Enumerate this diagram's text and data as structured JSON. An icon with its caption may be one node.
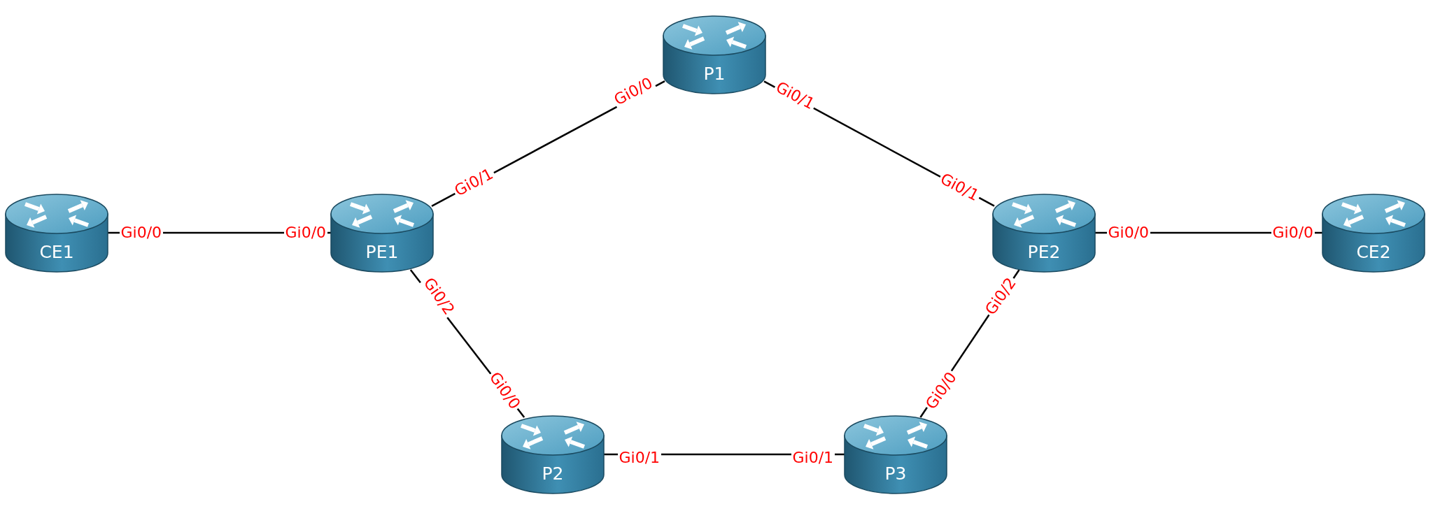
{
  "diagram": {
    "nodes": [
      {
        "text": [
          "P1"
        ],
        "beside": [
          "Gi0/0",
          "Gi0/1"
        ]
      },
      {
        "text": [
          "CE1"
        ],
        "beside": [
          "Gi0/0"
        ]
      },
      {
        "text": [
          "PE1"
        ],
        "beside": [
          "Gi0/0",
          "Gi0/1",
          "Gi0/2"
        ]
      },
      {
        "text": [
          "PE2"
        ],
        "beside": [
          "Gi0/1",
          "Gi0/0",
          "Gi0/2"
        ]
      },
      {
        "text": [
          "CE2"
        ],
        "beside": [
          "Gi0/0"
        ]
      },
      {
        "text": [
          "P2"
        ],
        "beside": [
          "Gi0/0",
          "Gi0/1"
        ]
      },
      {
        "text": [
          "P3"
        ],
        "beside": [
          "Gi0/1",
          "Gi0/0"
        ]
      }
    ],
    "edges": [
      {
        "from": 1,
        "to": 2,
        "arrow": "none"
      },
      {
        "from": 2,
        "to": 0,
        "arrow": "none"
      },
      {
        "from": 0,
        "to": 3,
        "arrow": "none"
      },
      {
        "from": 3,
        "to": 4,
        "arrow": "none"
      },
      {
        "from": 2,
        "to": 5,
        "arrow": "none"
      },
      {
        "from": 3,
        "to": 6,
        "arrow": "none"
      },
      {
        "from": 5,
        "to": 6,
        "arrow": "none"
      }
    ]
  }
}
